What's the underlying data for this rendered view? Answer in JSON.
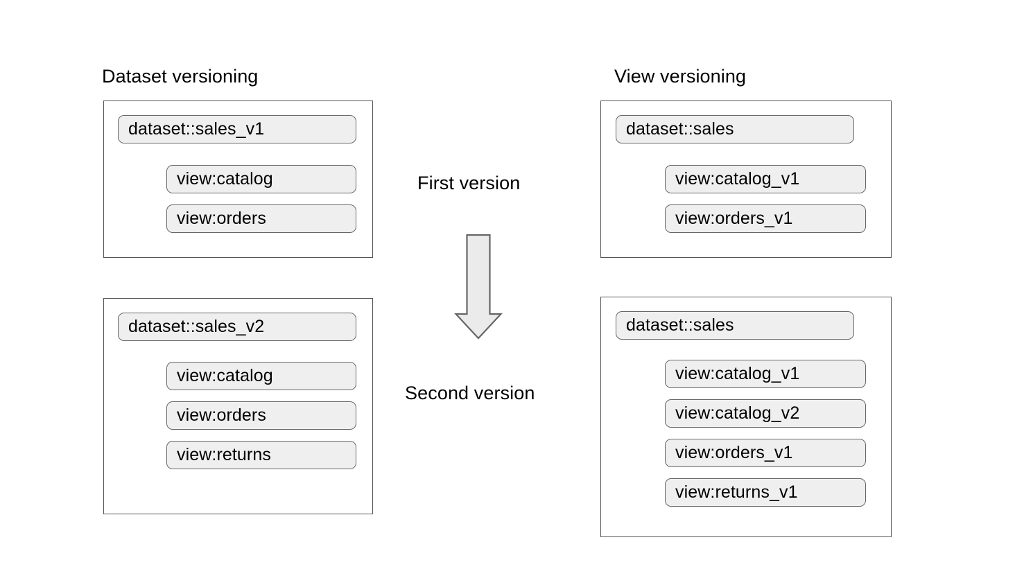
{
  "diagram": {
    "title_left": "Dataset versioning",
    "title_right": "View versioning",
    "stage_first": "First version",
    "stage_second": "Second version",
    "arrow_icon": "down-arrow-icon",
    "colors": {
      "pill_fill": "#efefef",
      "pill_border": "#666666",
      "box_border": "#555555",
      "arrow_fill": "#ebebeb",
      "arrow_border": "#666666",
      "text": "#000000",
      "background": "#ffffff"
    }
  },
  "columns": [
    {
      "name": "dataset-versioning",
      "title": "Dataset versioning",
      "groups": [
        {
          "name": "dataset-v1-group",
          "dataset": "dataset::sales_v1",
          "views": [
            "view:catalog",
            "view:orders"
          ]
        },
        {
          "name": "dataset-v2-group",
          "dataset": "dataset::sales_v2",
          "views": [
            "view:catalog",
            "view:orders",
            "view:returns"
          ]
        }
      ]
    },
    {
      "name": "view-versioning",
      "title": "View versioning",
      "groups": [
        {
          "name": "view-v1-group",
          "dataset": "dataset::sales",
          "views": [
            "view:catalog_v1",
            "view:orders_v1"
          ]
        },
        {
          "name": "view-v2-group",
          "dataset": "dataset::sales",
          "views": [
            "view:catalog_v1",
            "view:catalog_v2",
            "view:orders_v1",
            "view:returns_v1"
          ]
        }
      ]
    }
  ]
}
